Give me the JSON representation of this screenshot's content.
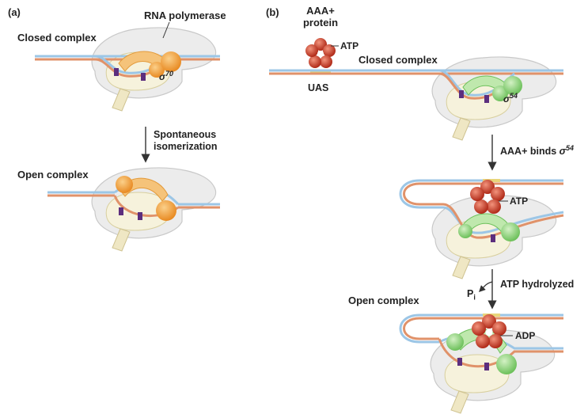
{
  "panel_a": {
    "letter": "(a)",
    "rna_polymerase": "RNA polymerase",
    "closed_complex": "Closed complex",
    "sigma_symbol": "σ",
    "sigma_number": "70",
    "isomerization_line1": "Spontaneous",
    "isomerization_line2": "isomerization",
    "open_complex": "Open complex"
  },
  "panel_b": {
    "letter": "(b)",
    "aaa_line1": "AAA+",
    "aaa_line2": "protein",
    "atp_top": "ATP",
    "uas": "UAS",
    "closed_complex": "Closed complex",
    "sigma_symbol": "σ",
    "sigma_number": "54",
    "binds_text": "AAA+ binds ",
    "binds_sigma_symbol": "σ",
    "binds_sigma_number": "54",
    "atp_middle": "ATP",
    "pi_base": "P",
    "pi_sub": "i",
    "atp_hydrolyzed": "ATP hydrolyzed",
    "open_complex": "Open complex",
    "adp": "ADP"
  },
  "colors": {
    "dna_blue": "#9cc6e6",
    "dna_orange": "#e0926a",
    "polymerase": "#e6e6e6",
    "sigma70": "#f0a23a",
    "sigma54": "#8fd37a",
    "aaa_protein": "#cf3e2a",
    "promoter": "#5c2e7e"
  }
}
